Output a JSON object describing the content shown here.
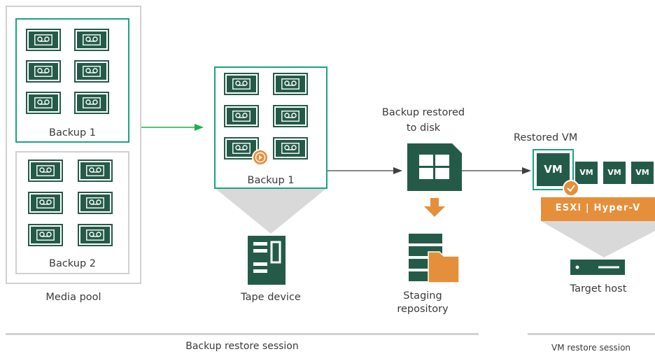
{
  "colors": {
    "green_dark": "#245b48",
    "green_accent": "#1aa481",
    "arrow_green": "#1ab24a",
    "orange": "#e58f3b",
    "gray_border": "#c8c8c8",
    "gray_triangle": "#d6d6d6",
    "dark_line": "#404040"
  },
  "media_pool": {
    "backup1_label": "Backup 1",
    "backup2_label": "Backup 2",
    "label": "Media pool"
  },
  "tape_device": {
    "backup_label": "Backup 1",
    "label": "Tape device",
    "icon": "tape-drive-icon"
  },
  "staging": {
    "restored_label_line1": "Backup restored",
    "restored_label_line2": "to disk",
    "label_line1": "Staging",
    "label_line2": "repository",
    "icons": [
      "backup-file-icon",
      "down-arrow-icon",
      "repository-icon"
    ]
  },
  "target": {
    "restored_vm_label": "Restored VM",
    "vm_labels": [
      "VM",
      "VM",
      "VM",
      "VM"
    ],
    "hypervisor_label": "ESXi | Hyper-V",
    "host_label": "Target host",
    "icons": [
      "check-icon",
      "server-icon"
    ]
  },
  "sessions": {
    "backup_restore": "Backup restore session",
    "vm_restore": "VM restore session"
  }
}
